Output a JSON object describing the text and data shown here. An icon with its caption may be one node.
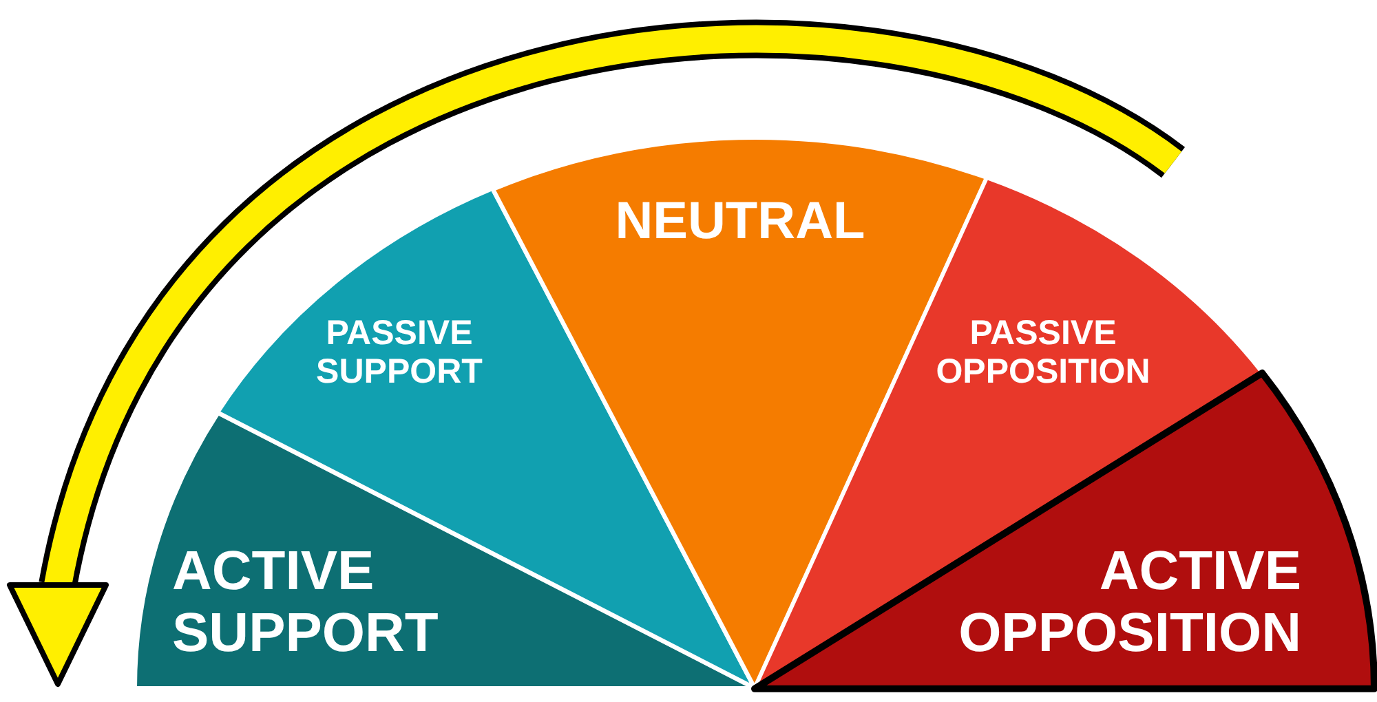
{
  "diagram": {
    "nodes": [
      {
        "text": [
          "ACTIVE SUPPORT"
        ]
      },
      {
        "text": [
          "PASSIVE SUPPORT"
        ]
      },
      {
        "text": [
          "NEUTRAL"
        ]
      },
      {
        "text": [
          "PASSIVE OPPOSITION"
        ]
      },
      {
        "text": [
          "ACTIVE OPPOSITION"
        ]
      }
    ]
  }
}
